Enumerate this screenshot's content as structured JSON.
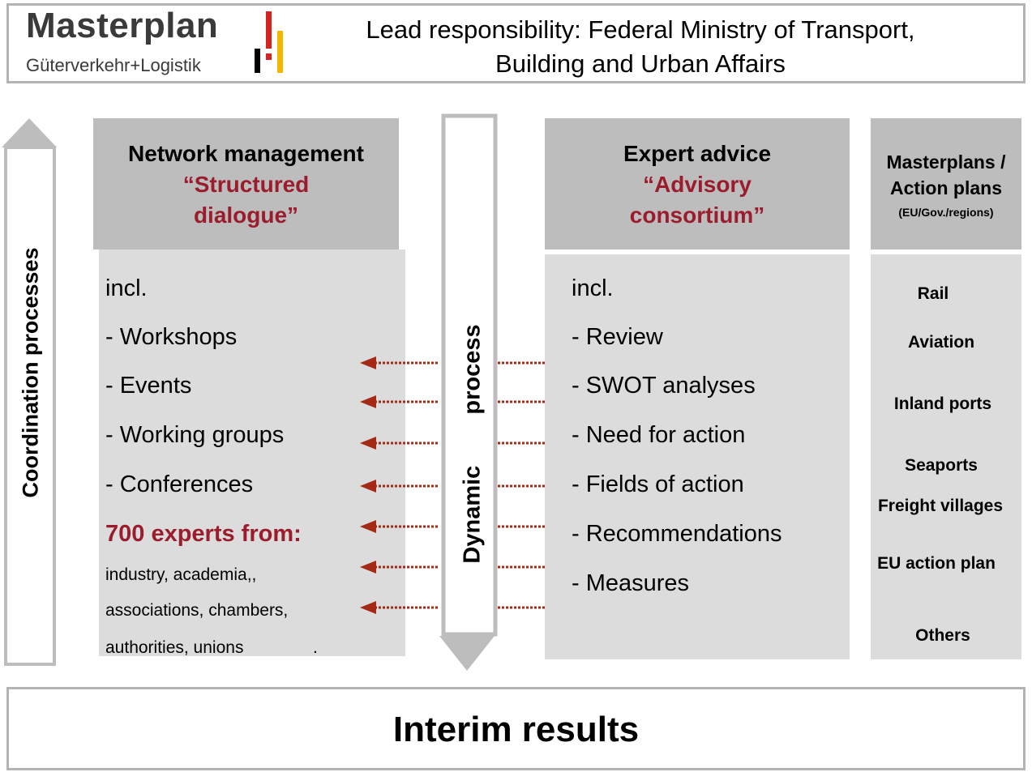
{
  "header": {
    "logo_title": "Masterplan",
    "logo_subtitle": "Güterverkehr+Logistik",
    "lead_line1": "Lead responsibility: Federal Ministry of Transport,",
    "lead_line2": "Building and Urban Affairs"
  },
  "coordination_label": "Coordination processes",
  "dynamic_label": "Dynamic process",
  "left_column": {
    "title": "Network management",
    "subtitle_line1": "“Structured",
    "subtitle_line2": "dialogue”",
    "items": [
      "incl.",
      "- Workshops",
      "- Events",
      "- Working groups",
      "- Conferences"
    ],
    "experts_heading": "700 experts from:",
    "experts_lines": [
      "industry, academia,,",
      "associations, chambers,",
      "authorities, unions",
      "."
    ]
  },
  "right_column": {
    "title": "Expert advice",
    "subtitle_line1": "“Advisory",
    "subtitle_line2": "consortium”",
    "items": [
      "incl.",
      "- Review",
      "- SWOT analyses",
      "- Need for action",
      "- Fields of action",
      "- Recommendations",
      "- Measures"
    ]
  },
  "masterplans_column": {
    "title_line1": "Masterplans /",
    "title_line2": "Action plans",
    "note": "(EU/Gov./regions)",
    "items": [
      "Rail",
      "Aviation",
      "Inland ports",
      "Seaports",
      "Freight villages",
      "EU action plan",
      "Others"
    ]
  },
  "footer": {
    "label": "Interim results"
  },
  "colors": {
    "accent": "#9b1c2c",
    "arrow": "#a52a15",
    "header_gray": "#bdbdbd",
    "body_gray": "#dcdcdc",
    "border_gray": "#b3b3b3"
  }
}
